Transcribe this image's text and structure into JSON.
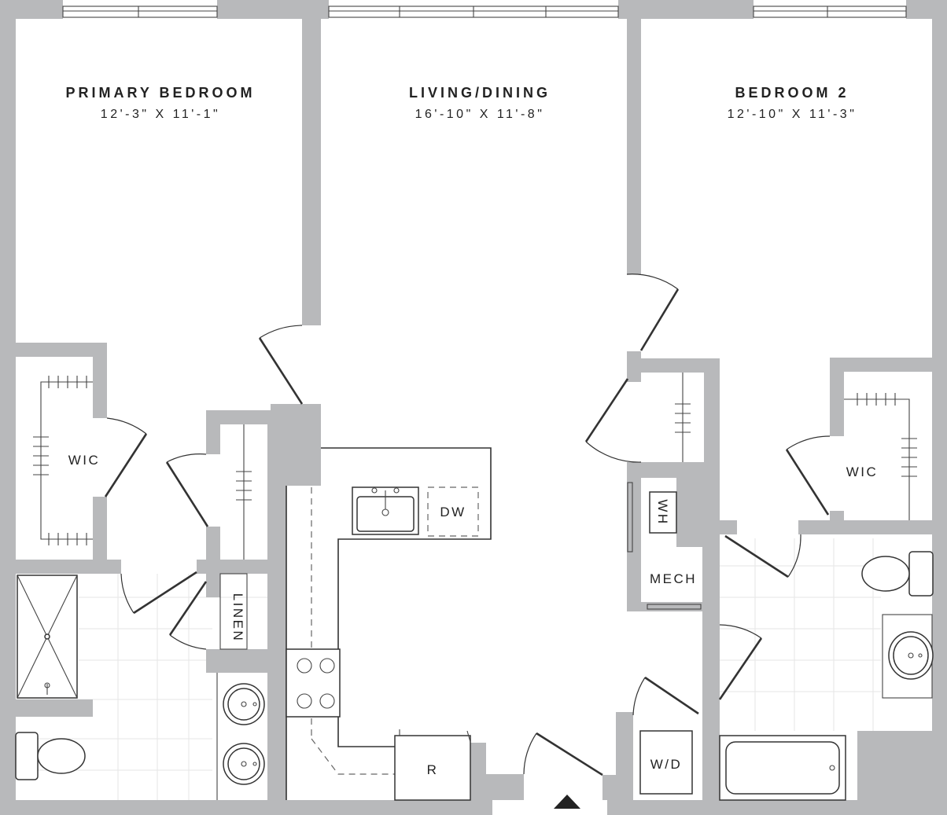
{
  "rooms": {
    "primary_bedroom": {
      "name": "PRIMARY BEDROOM",
      "dims": "12'-3\" X 11'-1\""
    },
    "living_dining": {
      "name": "LIVING/DINING",
      "dims": "16'-10\" X 11'-8\""
    },
    "bedroom_2": {
      "name": "BEDROOM 2",
      "dims": "12'-10\" X 11'-3\""
    }
  },
  "fixtures": {
    "wic_left": "WIC",
    "wic_right": "WIC",
    "linen": "LINEN",
    "dishwasher": "DW",
    "water_heater": "WH",
    "mechanical": "MECH",
    "washer_dryer": "W/D",
    "refrigerator": "R"
  },
  "colors": {
    "wall": "#b8b9bb",
    "line": "#333333",
    "text": "#222222"
  },
  "icons": {
    "entry": "entry-arrow-icon"
  }
}
